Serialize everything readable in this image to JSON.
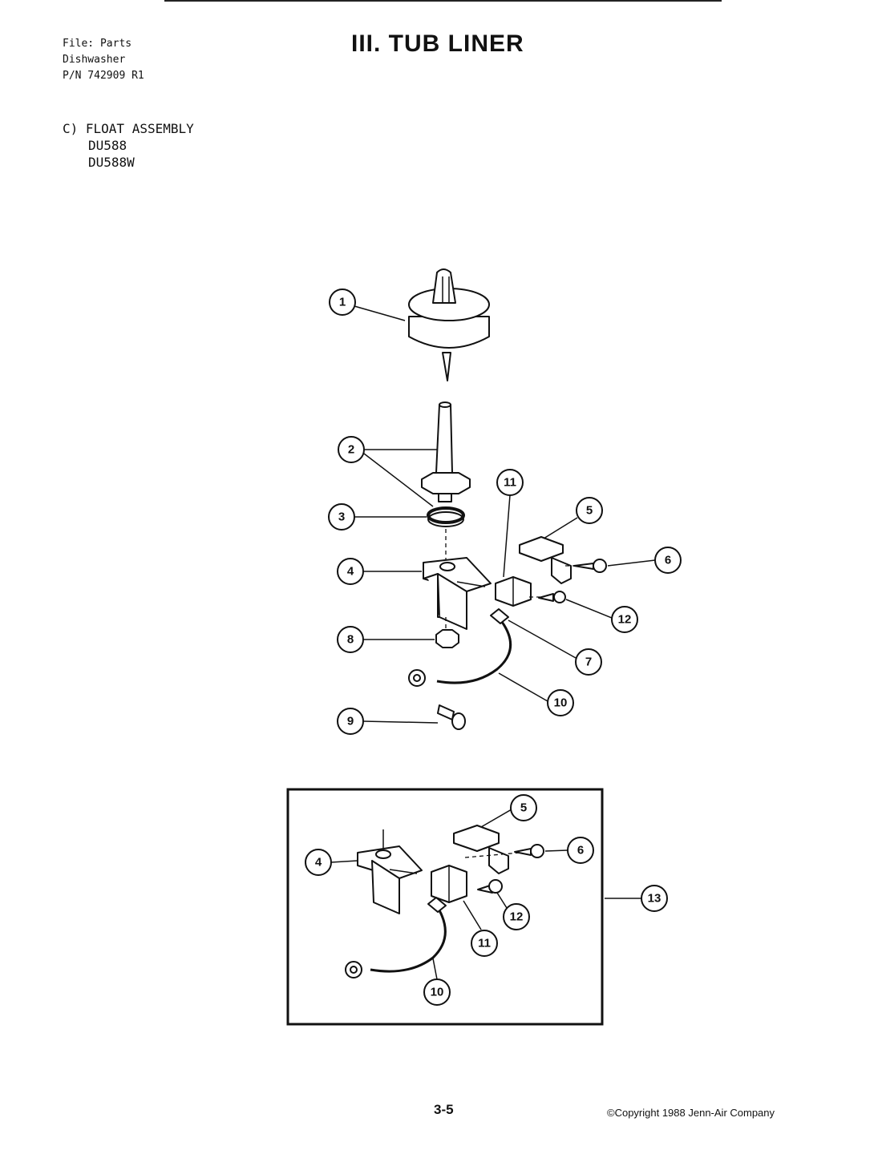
{
  "header": {
    "file_line1": "File: Parts",
    "file_line2": "Dishwasher",
    "file_line3": "P/N 742909 R1",
    "title": "III. TUB LINER"
  },
  "section": {
    "heading": "C) FLOAT ASSEMBLY",
    "model1": "DU588",
    "model2": "DU588W"
  },
  "callouts": {
    "c1": "1",
    "c2": "2",
    "c3": "3",
    "c4": "4",
    "c5": "5",
    "c6": "6",
    "c7": "7",
    "c8": "8",
    "c9": "9",
    "c10": "10",
    "c11": "11",
    "c12": "12",
    "c13": "13"
  },
  "footer": {
    "page_number": "3-5",
    "copyright": "©Copyright 1988 Jenn-Air Company"
  }
}
